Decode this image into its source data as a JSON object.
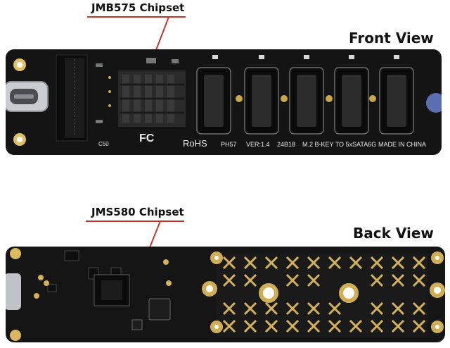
{
  "callouts": {
    "front_chip": "JMB575 Chipset",
    "back_chip": "JMS580 Chipset"
  },
  "views": {
    "front": "Front View",
    "back": "Back View"
  },
  "silkscreen": {
    "rohs": "RoHS",
    "model": "PH57",
    "version": "VER:1.4",
    "date": "24B18",
    "description": "M.2 B-KEY TO 5xSATA6G",
    "origin": "MADE IN CHINA",
    "fcc": "FC",
    "c50": "C50"
  },
  "colors": {
    "leader": "#c0392b",
    "pcb": "#141414",
    "gold": "#d4b25a",
    "heatsink": "#2a2a2a"
  },
  "sata_port_count": 5
}
